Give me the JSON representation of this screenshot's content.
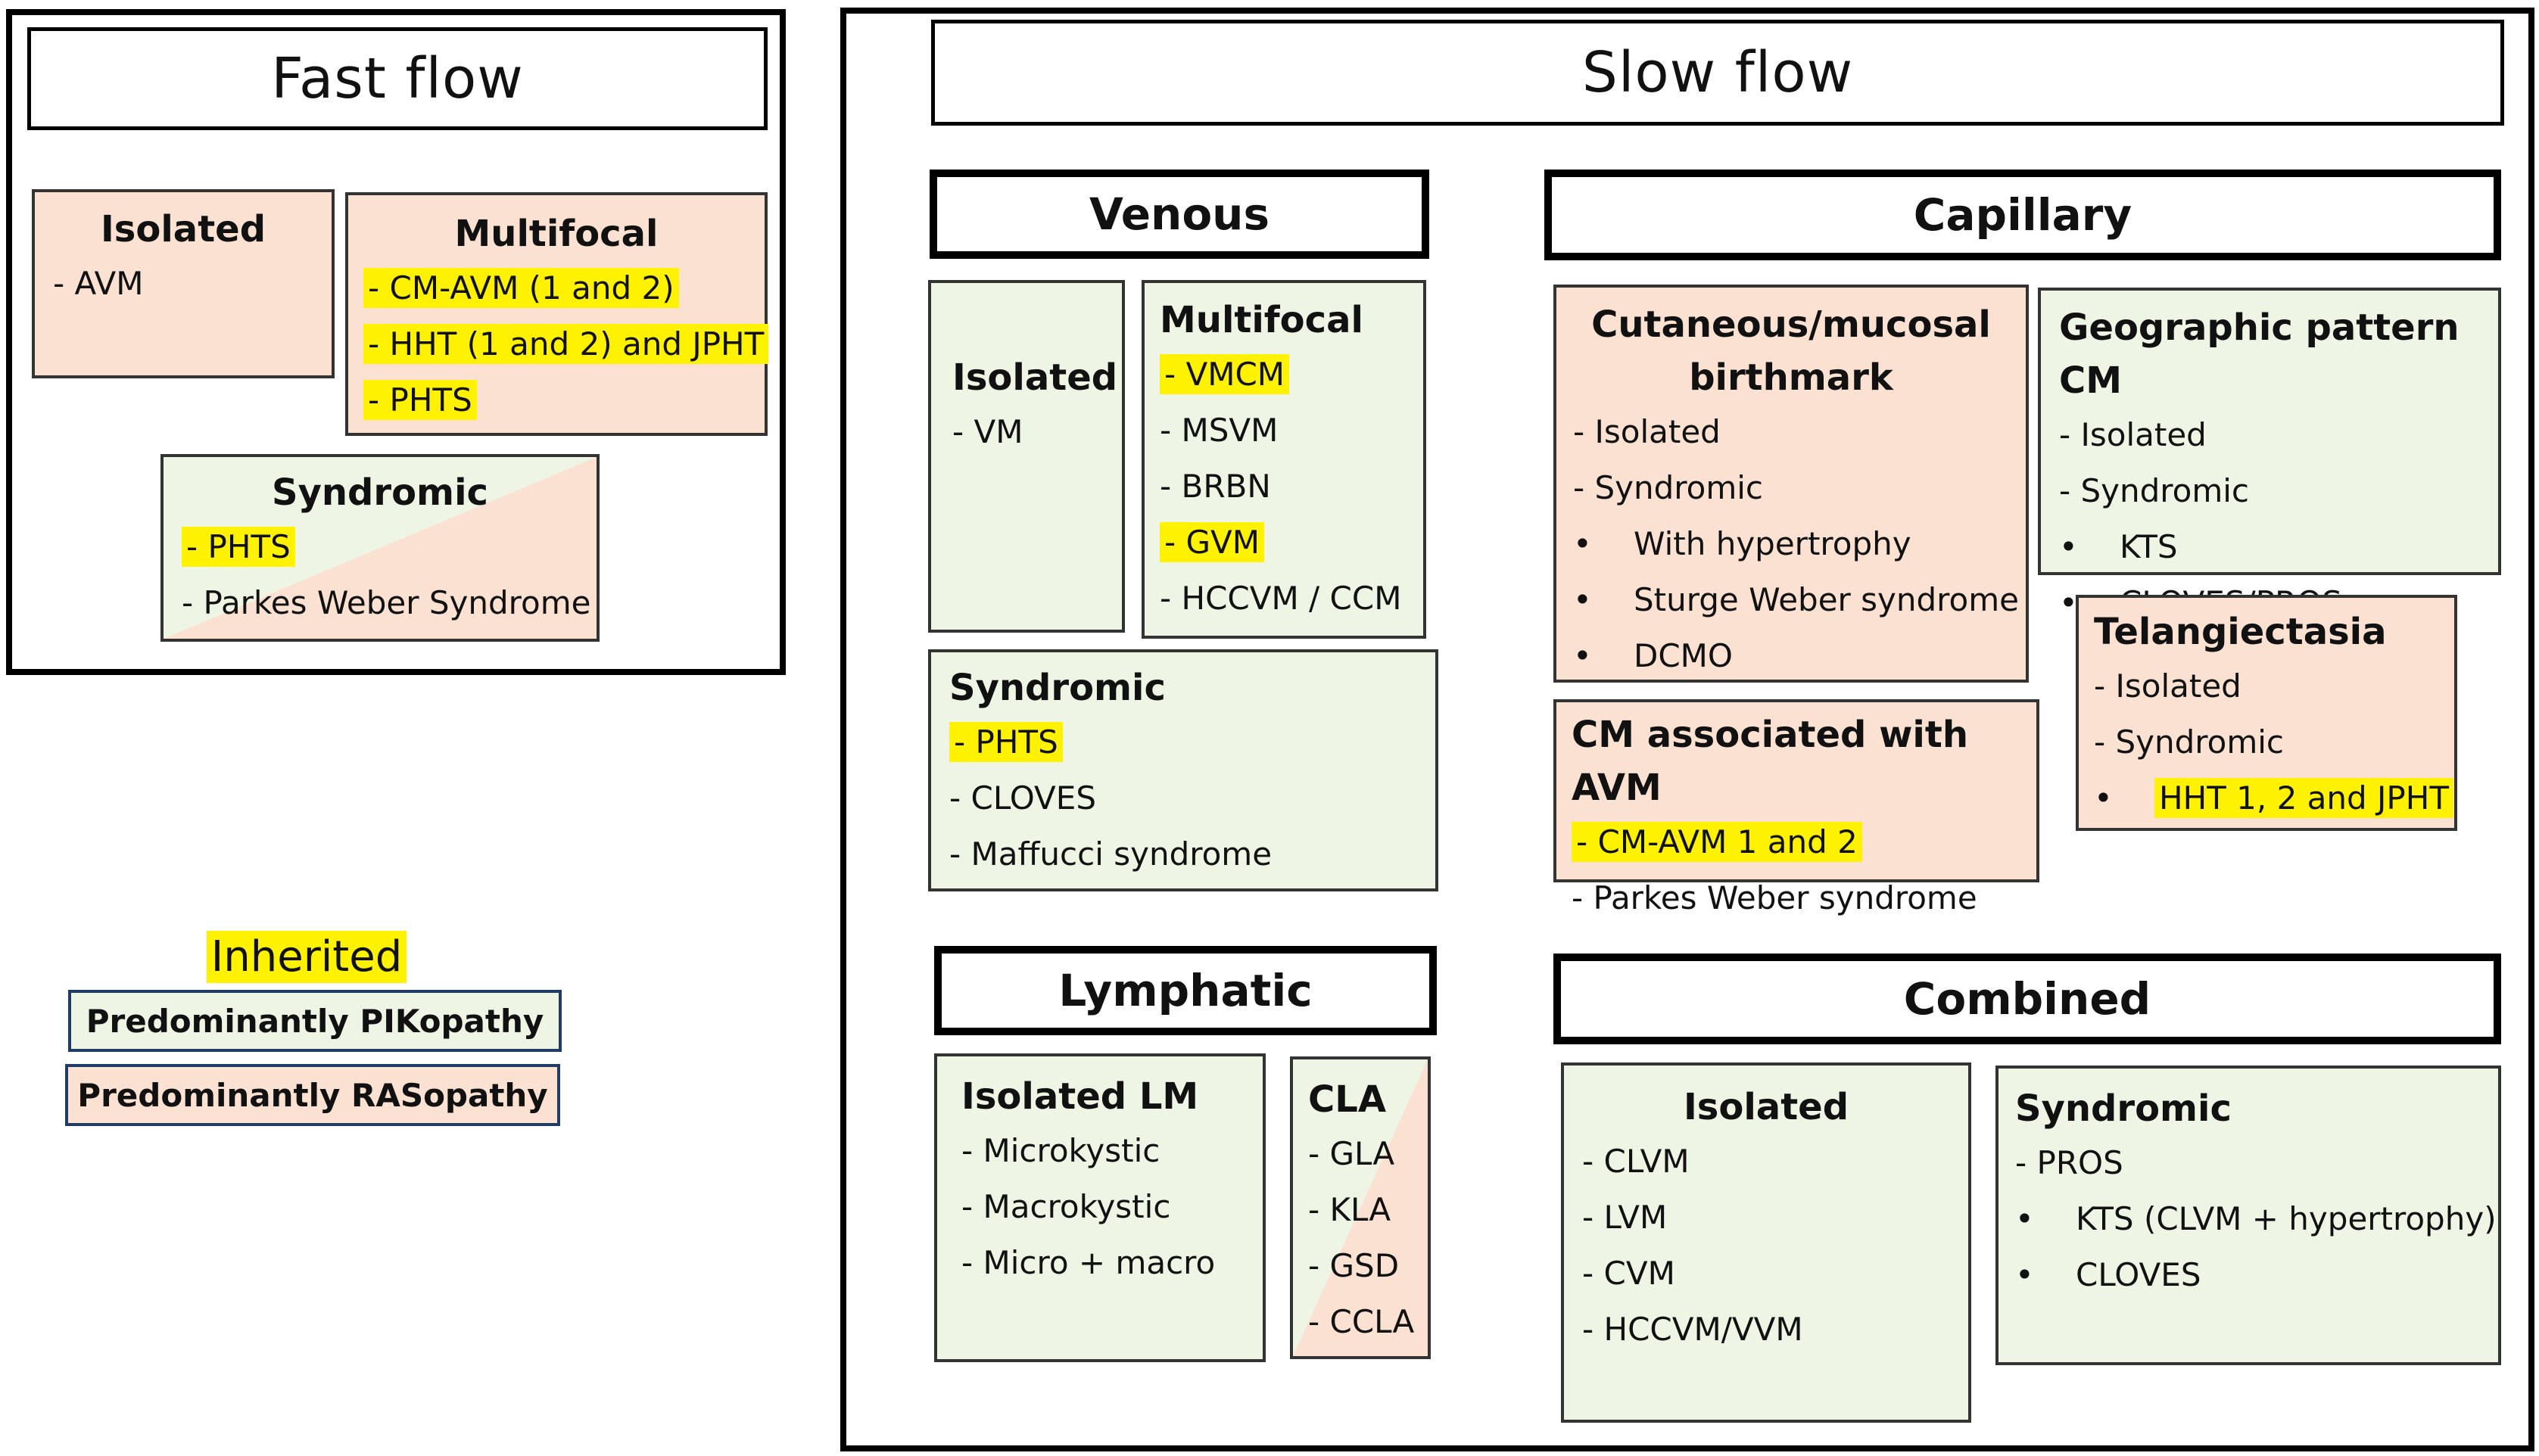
{
  "fast": {
    "title": "Fast flow",
    "isolated": {
      "title": "Isolated",
      "items": [
        "- AVM"
      ]
    },
    "multifocal": {
      "title": "Multifocal",
      "items": [
        "- CM-AVM (1 and 2)",
        "- HHT (1 and 2) and JPHT",
        "- PHTS"
      ]
    },
    "syndromic": {
      "title": "Syndromic",
      "items": [
        "- PHTS",
        "- Parkes Weber Syndrome"
      ]
    }
  },
  "slow": {
    "title": "Slow flow",
    "venous": {
      "title": "Venous",
      "isolated": {
        "title": "Isolated",
        "items": [
          "- VM"
        ]
      },
      "multifocal": {
        "title": "Multifocal",
        "items": [
          "- VMCM",
          "- MSVM",
          "- BRBN",
          "- GVM",
          "- HCCVM / CCM"
        ]
      },
      "syndromic": {
        "title": "Syndromic",
        "items": [
          "- PHTS",
          "- CLOVES",
          "- Maffucci syndrome"
        ]
      }
    },
    "capillary": {
      "title": "Capillary",
      "cutaneous": {
        "title_line1": "Cutaneous/mucosal",
        "title_line2": "birthmark",
        "items": [
          "- Isolated",
          "- Syndromic",
          "With hypertrophy",
          "Sturge Weber syndrome",
          "DCMO"
        ]
      },
      "geographic": {
        "title": "Geographic pattern CM",
        "items": [
          "- Isolated",
          "- Syndromic",
          "KTS",
          "CLOVES/PROS"
        ]
      },
      "cm_avm": {
        "title": "CM associated with AVM",
        "items": [
          "- CM-AVM 1 and 2",
          "- Parkes Weber syndrome"
        ]
      },
      "telangiectasia": {
        "title": "Telangiectasia",
        "items": [
          "- Isolated",
          "- Syndromic",
          "HHT 1, 2 and JPHT"
        ]
      }
    },
    "lymphatic": {
      "title": "Lymphatic",
      "isolated": {
        "title": "Isolated LM",
        "items": [
          "- Microkystic",
          "- Macrokystic",
          "- Micro + macro"
        ]
      },
      "cla": {
        "title": "CLA",
        "items": [
          "- GLA",
          "- KLA",
          "- GSD",
          "- CCLA"
        ]
      }
    },
    "combined": {
      "title": "Combined",
      "isolated": {
        "title": "Isolated",
        "items": [
          "- CLVM",
          "- LVM",
          "- CVM",
          "- HCCVM/VVM"
        ]
      },
      "syndromic": {
        "title": "Syndromic",
        "items": [
          "- PROS",
          "KTS (CLVM + hypertrophy)",
          "CLOVES"
        ]
      }
    }
  },
  "legend": {
    "inherited": "Inherited",
    "pikopathy": "Predominantly PIKopathy",
    "rasopathy": "Predominantly RASopathy"
  },
  "bullet": "•",
  "colors": {
    "highlight": "#fff200",
    "pikopathy": "#eef5e4",
    "rasopathy": "#fbe1d2"
  }
}
